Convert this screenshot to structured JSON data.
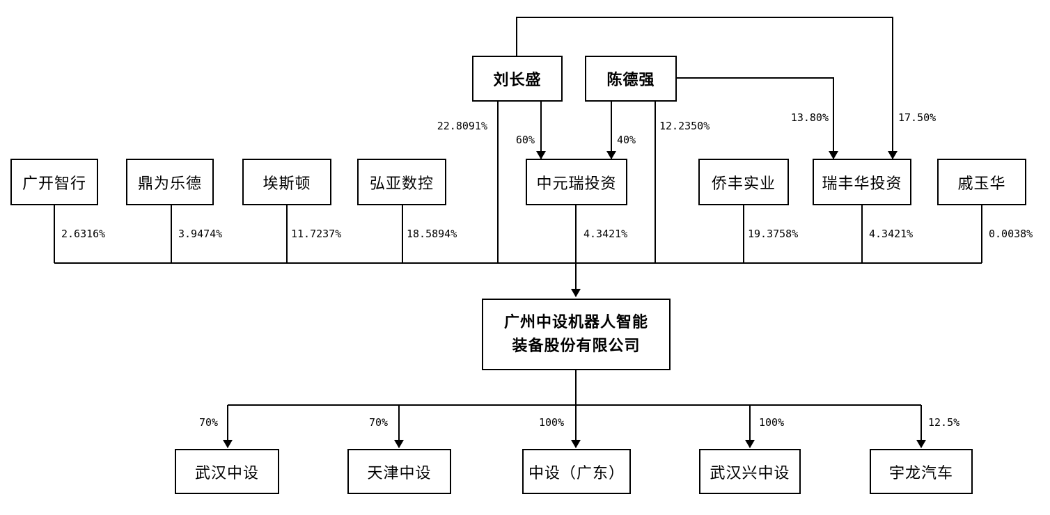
{
  "persons": {
    "liu": "刘长盛",
    "chen": "陈德强"
  },
  "shareholders": [
    {
      "name": "广开智行",
      "pct": "2.6316%"
    },
    {
      "name": "鼎为乐德",
      "pct": "3.9474%"
    },
    {
      "name": "埃斯顿",
      "pct": "11.7237%"
    },
    {
      "name": "弘亚数控",
      "pct": "18.5894%"
    },
    {
      "name": "中元瑞投资",
      "pct": "4.3421%"
    },
    {
      "name": "侨丰实业",
      "pct": "19.3758%"
    },
    {
      "name": "瑞丰华投资",
      "pct": "4.3421%"
    },
    {
      "name": "戚玉华",
      "pct": "0.0038%"
    }
  ],
  "direct_holdings": {
    "liu_pct": "22.8091%",
    "chen_pct": "12.2350%"
  },
  "sub_holdings": {
    "liu_zhongyuan": "60%",
    "chen_zhongyuan": "40%",
    "chen_ruifenghua": "13.80%",
    "liu_ruifenghua": "17.50%"
  },
  "company": {
    "line1": "广州中设机器人智能",
    "line2": "装备股份有限公司"
  },
  "subsidiaries": [
    {
      "name": "武汉中设",
      "pct": "70%"
    },
    {
      "name": "天津中设",
      "pct": "70%"
    },
    {
      "name": "中设（广东）",
      "pct": "100%"
    },
    {
      "name": "武汉兴中设",
      "pct": "100%"
    },
    {
      "name": "宇龙汽车",
      "pct": "12.5%"
    }
  ]
}
